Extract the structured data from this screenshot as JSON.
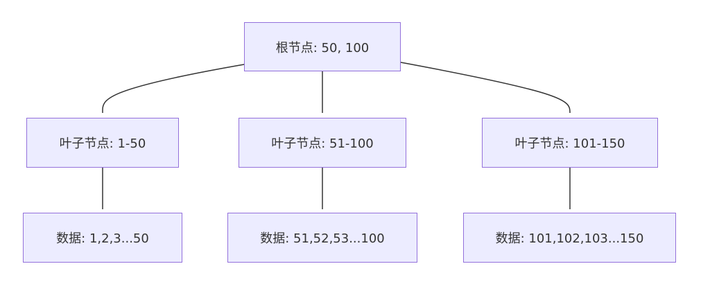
{
  "nodes": {
    "root": "根节点: 50, 100",
    "leaf_1": "叶子节点: 1-50",
    "leaf_2": "叶子节点: 51-100",
    "leaf_3": "叶子节点: 101-150",
    "data_1": "数据: 1,2,3...50",
    "data_2": "数据: 51,52,53...100",
    "data_3": "数据: 101,102,103...150"
  },
  "colors": {
    "node_fill": "#ECECFF",
    "node_border": "#9370DB",
    "edge": "#333333",
    "text": "#333333"
  }
}
